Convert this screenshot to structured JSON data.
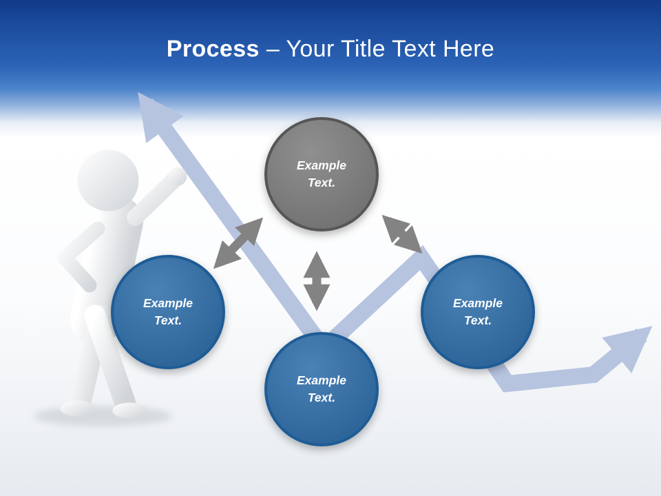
{
  "slide": {
    "title": {
      "bold": "Process",
      "rest": "– Your Title Text Here"
    }
  },
  "nodes": {
    "top": {
      "label": "Example Text."
    },
    "left": {
      "label": "Example Text."
    },
    "bottom": {
      "label": "Example Text."
    },
    "right": {
      "label": "Example Text."
    }
  },
  "colors": {
    "title_color": "#ffffff",
    "header_blue_dark": "#123a89",
    "header_blue_light": "#4a82ca",
    "node_blue": "#2d6da9",
    "node_blue_border": "#1e5c96",
    "node_gray": "#7d7d7d",
    "node_gray_border": "#565656",
    "connector_gray": "#838383",
    "trend_blue": "#b7c4e0"
  }
}
